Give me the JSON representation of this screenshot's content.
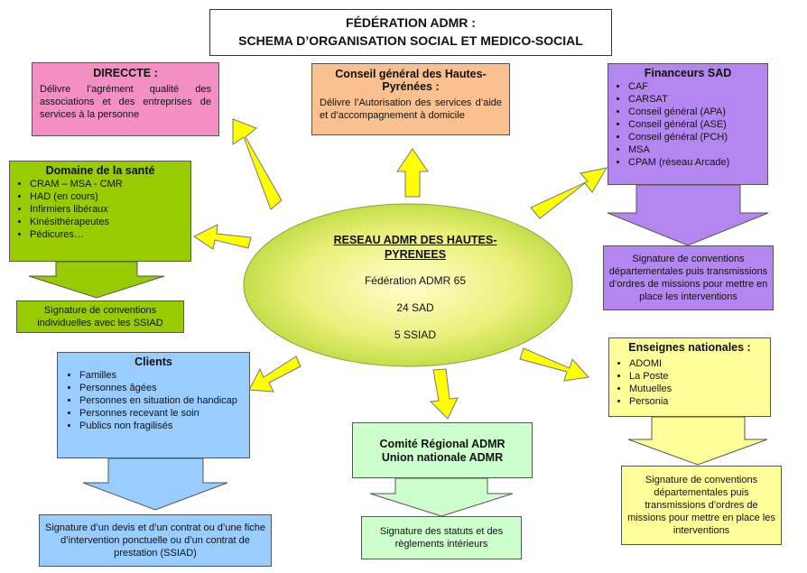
{
  "title": {
    "line1": "FÉDÉRATION ADMR :",
    "line2": "SCHEMA D’ORGANISATION SOCIAL ET MEDICO-SOCIAL"
  },
  "center": {
    "title_line1": "RESEAU ADMR DES HAUTES-",
    "title_line2": "PYRENEES",
    "lines": [
      "Fédération ADMR 65",
      "24 SAD",
      "5 SSIAD"
    ]
  },
  "direccte": {
    "title": "DIRECCTE :",
    "text": "Délivre l’agrément qualité des associations et des entreprises de services à la personne"
  },
  "conseil": {
    "title": "Conseil général des Hautes-Pyrénées :",
    "text": "Délivre l’Autorisation des services d’aide et d’accompagnement à domicile"
  },
  "financeurs": {
    "title": "Financeurs SAD",
    "items": [
      "CAF",
      "CARSAT",
      "Conseil général (APA)",
      "Conseil général (ASE)",
      "Conseil général (PCH)",
      "MSA",
      "CPAM (réseau Arcade)"
    ],
    "note": "Signature de conventions départementales puis transmissions d’ordres de missions pour mettre en place les interventions"
  },
  "sante": {
    "title": "Domaine de la santé",
    "items": [
      "CRAM – MSA - CMR",
      "HAD (en cours)",
      "Infirmiers libéraux",
      "Kinésithérapeutes",
      "Pédicures…"
    ],
    "note": "Signature de conventions individuelles avec les SSIAD"
  },
  "clients": {
    "title": "Clients",
    "items": [
      "Familles",
      "Personnes âgées",
      "Personnes en situation de handicap",
      "Personnes recevant le soin",
      "Publics non fragilisés"
    ],
    "note": "Signature d’un devis et d’un contrat ou d’une fiche d’intervention ponctuelle ou d’un contrat de prestation (SSIAD)"
  },
  "comite": {
    "title_line1": "Comité Régional ADMR",
    "title_line2": "Union nationale ADMR",
    "note": "Signature des statuts et des règlements intérieurs"
  },
  "enseignes": {
    "title": "Enseignes nationales :",
    "items": [
      "ADOMI",
      "La Poste",
      "Mutuelles",
      "Personia"
    ],
    "note": "Signature de conventions départementales puis transmissions d’ordres de missions pour mettre en place les interventions"
  },
  "colors": {
    "pink": "#f48fc4",
    "orange": "#fac08f",
    "purple": "#b487f0",
    "green": "#99cc00",
    "blue": "#99ccff",
    "lightgreen": "#ccffcc",
    "lightyellow": "#ffff99",
    "arrow_yellow": "#ffff00"
  }
}
